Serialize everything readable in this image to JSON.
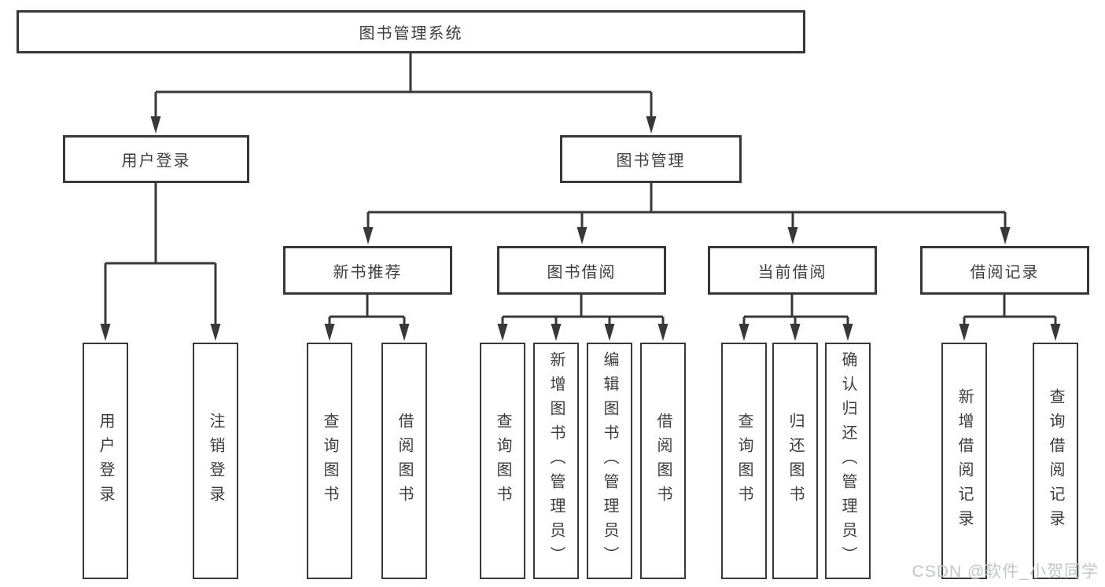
{
  "diagram": {
    "root": {
      "label": "图书管理系统"
    },
    "branches": [
      {
        "label": "用户登录",
        "children": [
          {
            "label": "用户登录"
          },
          {
            "label": "注销登录"
          }
        ]
      },
      {
        "label": "图书管理",
        "children": [
          {
            "label": "新书推荐",
            "children": [
              {
                "label": "查询图书"
              },
              {
                "label": "借阅图书"
              }
            ]
          },
          {
            "label": "图书借阅",
            "children": [
              {
                "label": "查询图书"
              },
              {
                "label": "新增图书（管理员）"
              },
              {
                "label": "编辑图书（管理员）"
              },
              {
                "label": "借阅图书"
              }
            ]
          },
          {
            "label": "当前借阅",
            "children": [
              {
                "label": "查询图书"
              },
              {
                "label": "归还图书"
              },
              {
                "label": "确认归还（管理员）"
              }
            ]
          },
          {
            "label": "借阅记录",
            "children": [
              {
                "label": "新增借阅记录"
              },
              {
                "label": "查询借阅记录"
              }
            ]
          }
        ]
      }
    ],
    "watermark": "CSDN @软件_小贺同学",
    "colors": {
      "line": "#383838",
      "text": "#3d3d3d",
      "watermark": "#c2c6ca",
      "background": "#ffffff"
    }
  }
}
